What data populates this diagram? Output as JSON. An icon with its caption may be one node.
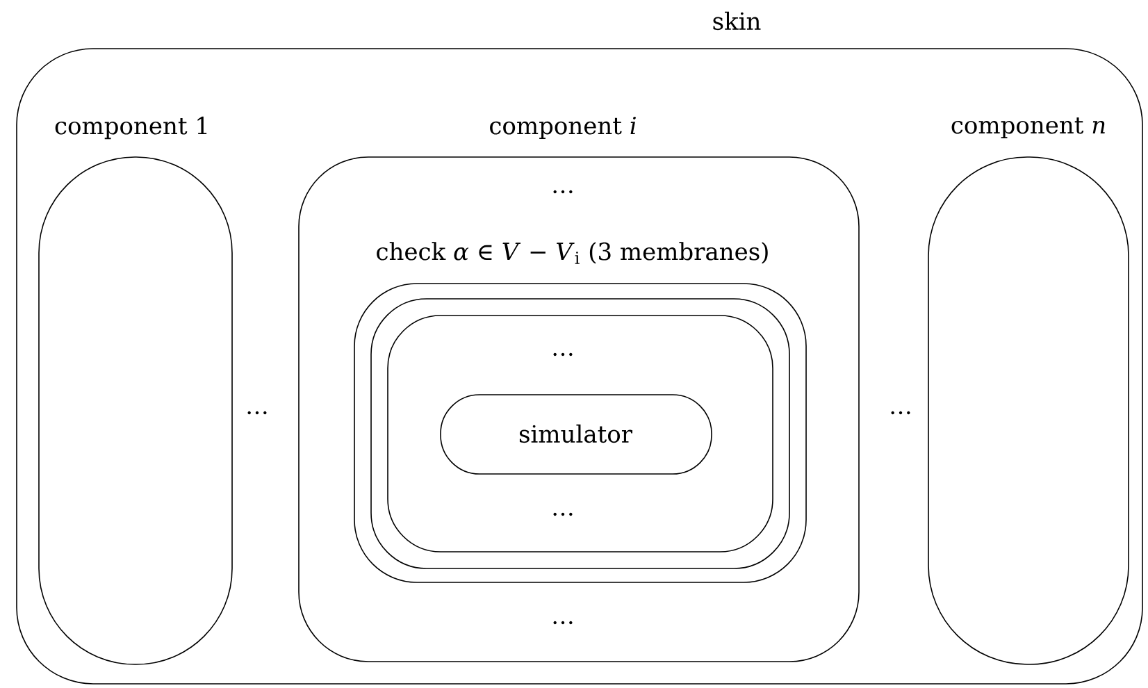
{
  "diagram": {
    "nodes": [
      {
        "text": [
          "skin"
        ]
      },
      {
        "text": [
          "component 1"
        ],
        "in": 0
      },
      {
        "text": [
          "component *i*"
        ],
        "in": 0
      },
      {
        "text": [
          "component *n*"
        ],
        "in": 0
      },
      {
        "text": [
          "check *α* ∈ *V* − *V*$_{i}$ (3 membranes)"
        ],
        "in": 2
      },
      {
        "text": [],
        "shape": "box",
        "in": 4
      },
      {
        "text": [],
        "shape": "box",
        "in": 5
      },
      {
        "text": [
          "simulator"
        ],
        "in": 6
      }
    ],
    "edges": [],
    "labels": [
      "…",
      "…",
      "…",
      "…",
      "…",
      "…"
    ]
  }
}
